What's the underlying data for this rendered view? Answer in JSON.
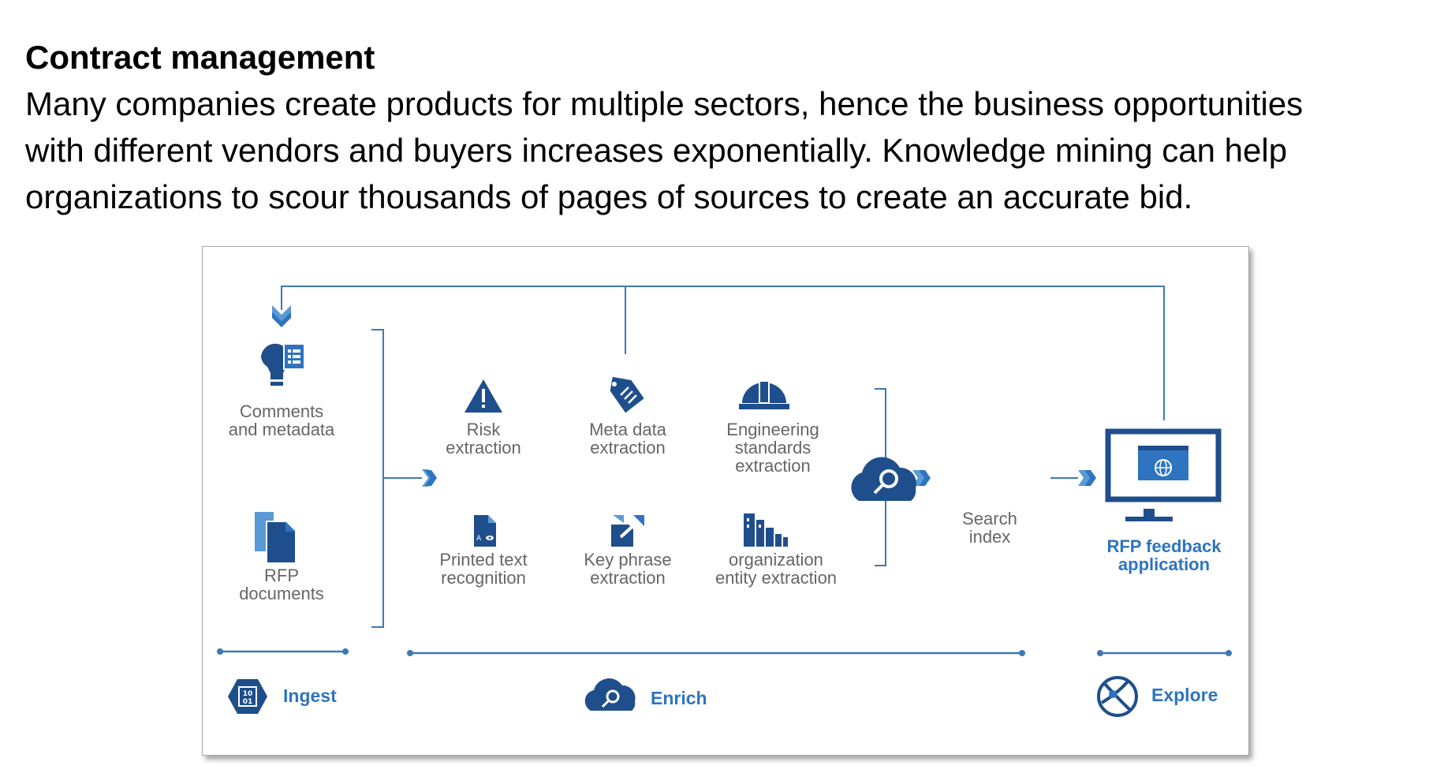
{
  "heading": "Contract management",
  "description": [
    "Many companies create products for multiple sectors, hence the business opportunities",
    "with different vendors and buyers increases exponentially. Knowledge mining can help",
    "organizations to scour thousands of pages of sources to create an accurate bid."
  ],
  "diagram": {
    "sources": [
      {
        "lines": [
          "Comments",
          "and metadata"
        ],
        "icon": "lightbulb-document-icon"
      },
      {
        "lines": [
          "RFP",
          "documents"
        ],
        "icon": "documents-icon"
      }
    ],
    "enrich_steps": [
      {
        "lines": [
          "Risk",
          "extraction"
        ],
        "icon": "warning-icon"
      },
      {
        "lines": [
          "Meta data",
          "extraction"
        ],
        "icon": "tag-icon"
      },
      {
        "lines": [
          "Engineering",
          "standards",
          "extraction"
        ],
        "icon": "hard-hat-icon"
      },
      {
        "lines": [
          "Printed text",
          "recognition"
        ],
        "icon": "ocr-document-icon"
      },
      {
        "lines": [
          "Key phrase",
          "extraction"
        ],
        "icon": "key-phrase-icon"
      },
      {
        "lines": [
          "organization",
          "entity extraction"
        ],
        "icon": "buildings-icon"
      }
    ],
    "search_index": {
      "lines": [
        "Search",
        "index"
      ],
      "icon": "cloud-search-icon"
    },
    "application": {
      "lines": [
        "RFP feedback",
        "application"
      ],
      "icon": "monitor-globe-icon"
    },
    "phases": {
      "ingest": {
        "label": "Ingest",
        "icon": "binary-hexagon-icon"
      },
      "enrich": {
        "label": "Enrich",
        "icon": "cloud-search-icon"
      },
      "explore": {
        "label": "Explore",
        "icon": "globe-network-icon"
      }
    },
    "colors": {
      "dark_blue": "#1f4e8c",
      "mid_blue": "#2e74c0",
      "light_blue": "#5b9bd5",
      "line_blue": "#3f78b5",
      "label_gray": "#666666"
    }
  }
}
